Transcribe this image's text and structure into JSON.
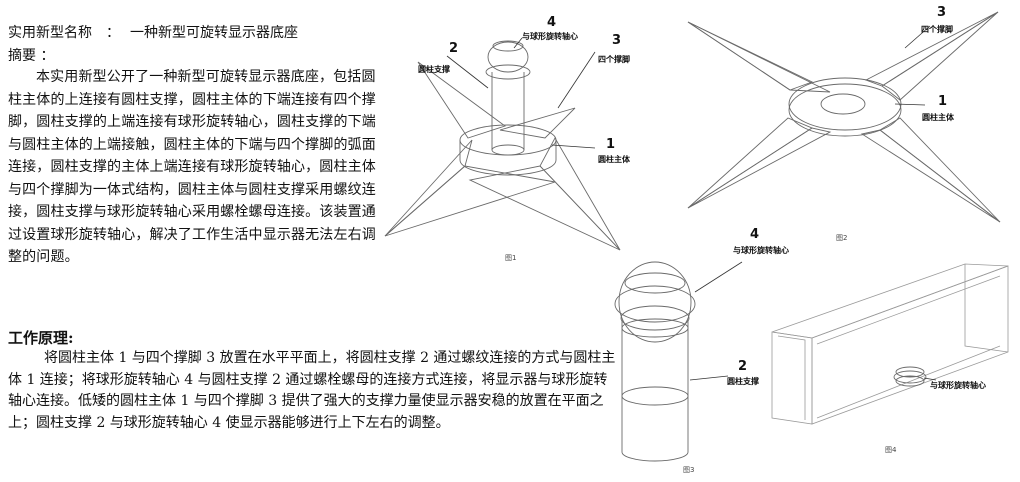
{
  "header": {
    "name_label": "实用新型名称",
    "separator": "：",
    "name_value": "一种新型可旋转显示器底座",
    "abstract_label": "摘要 ："
  },
  "abstract": "本实用新型公开了一种新型可旋转显示器底座，包括圆柱主体的上连接有圆柱支撑，圆柱主体的下端连接有四个撑脚，圆柱支撑的上端连接有球形旋转轴心，圆柱支撑的下端与圆柱主体的上端接触，圆柱主体的下端与四个撑脚的弧面连接，圆柱支撑的主体上端连接有球形旋转轴心，圆柱主体与四个撑脚为一体式结构，圆柱主体与圆柱支撑采用螺纹连接，圆柱支撑与球形旋转轴心采用螺栓螺母连接。该装置通过设置球形旋转轴心，解决了工作生活中显示器无法左右调整的问题。",
  "principle": {
    "heading": "工作原理:",
    "body": "将圆柱主体 1 与四个撑脚 3 放置在水平平面上，将圆柱支撑 2 通过螺纹连接的方式与圆柱主体 1 连接；将球形旋转轴心 4 与圆柱支撑 2 通过螺栓螺母的连接方式连接，将显示器与球形旋转轴心连接。低矮的圆柱主体 1 与四个撑脚 3 提供了强大的支撑力量使显示器安稳的放置在平面之上；圆柱支撑 2 与球形旋转轴心 4 使显示器能够进行上下左右的调整。"
  },
  "figures": {
    "fig1": {
      "caption": "图1",
      "labels": [
        {
          "num": "4",
          "text": "与球形旋转轴心"
        },
        {
          "num": "3",
          "text": "四个撑脚"
        },
        {
          "num": "2",
          "text": "圆柱支撑"
        },
        {
          "num": "1",
          "text": "圆柱主体"
        }
      ]
    },
    "fig2": {
      "caption": "图2",
      "labels": [
        {
          "num": "3",
          "text": "四个撑脚"
        },
        {
          "num": "1",
          "text": "圆柱主体"
        }
      ]
    },
    "fig3": {
      "caption": "图3",
      "labels": [
        {
          "num": "4",
          "text": "与球形旋转轴心"
        },
        {
          "num": "2",
          "text": "圆柱支撑"
        }
      ]
    },
    "fig4": {
      "caption": "图4",
      "labels": [
        {
          "num": "",
          "text": "与球形旋转轴心"
        }
      ]
    }
  }
}
